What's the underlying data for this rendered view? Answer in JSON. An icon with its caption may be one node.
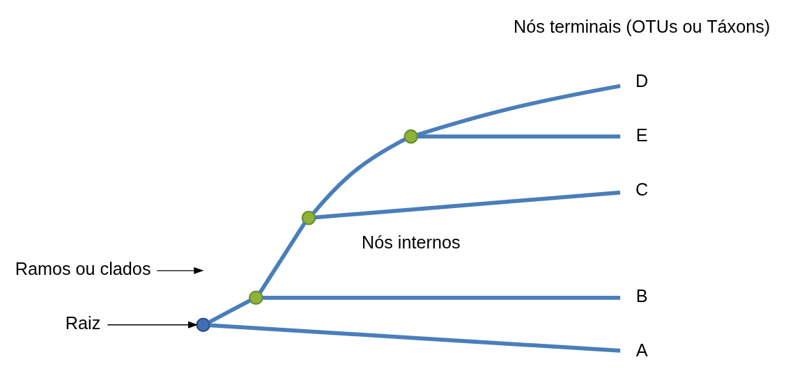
{
  "diagram": {
    "nodes": [
      {
        "text": [
          "Raiz"
        ]
      },
      {
        "text": [],
        "shape": "circle"
      },
      {
        "text": [],
        "shape": "circle"
      },
      {
        "text": [],
        "shape": "circle"
      },
      {
        "text": [],
        "shape": "circle"
      },
      {
        "text": [
          "A"
        ]
      },
      {
        "text": [
          "B"
        ]
      },
      {
        "text": [
          "C"
        ]
      },
      {
        "text": [
          "D"
        ]
      },
      {
        "text": [
          "E"
        ]
      },
      {
        "text": [
          "Ramos ou clados"
        ]
      }
    ],
    "edges": [
      {
        "from": 0,
        "to": 1,
        "arrow": "to",
        "color": "#000000"
      },
      {
        "from": 1,
        "to": 5,
        "arrow": "none"
      },
      {
        "from": 1,
        "to": 2,
        "arrow": "none"
      },
      {
        "from": 2,
        "to": 6,
        "arrow": "none"
      },
      {
        "from": 2,
        "to": 3,
        "arrow": "none"
      },
      {
        "from": 3,
        "to": 7,
        "arrow": "none"
      },
      {
        "from": 3,
        "to": 4,
        "arrow": "none"
      },
      {
        "from": 4,
        "to": 8,
        "arrow": "none"
      },
      {
        "from": 4,
        "to": 9,
        "arrow": "none"
      },
      {
        "from": 10,
        "to": null,
        "arrow": "to",
        "color": "#000000"
      }
    ],
    "labels": [
      "Nós terminais (OTUs ou Táxons)",
      "Nós internos"
    ]
  }
}
